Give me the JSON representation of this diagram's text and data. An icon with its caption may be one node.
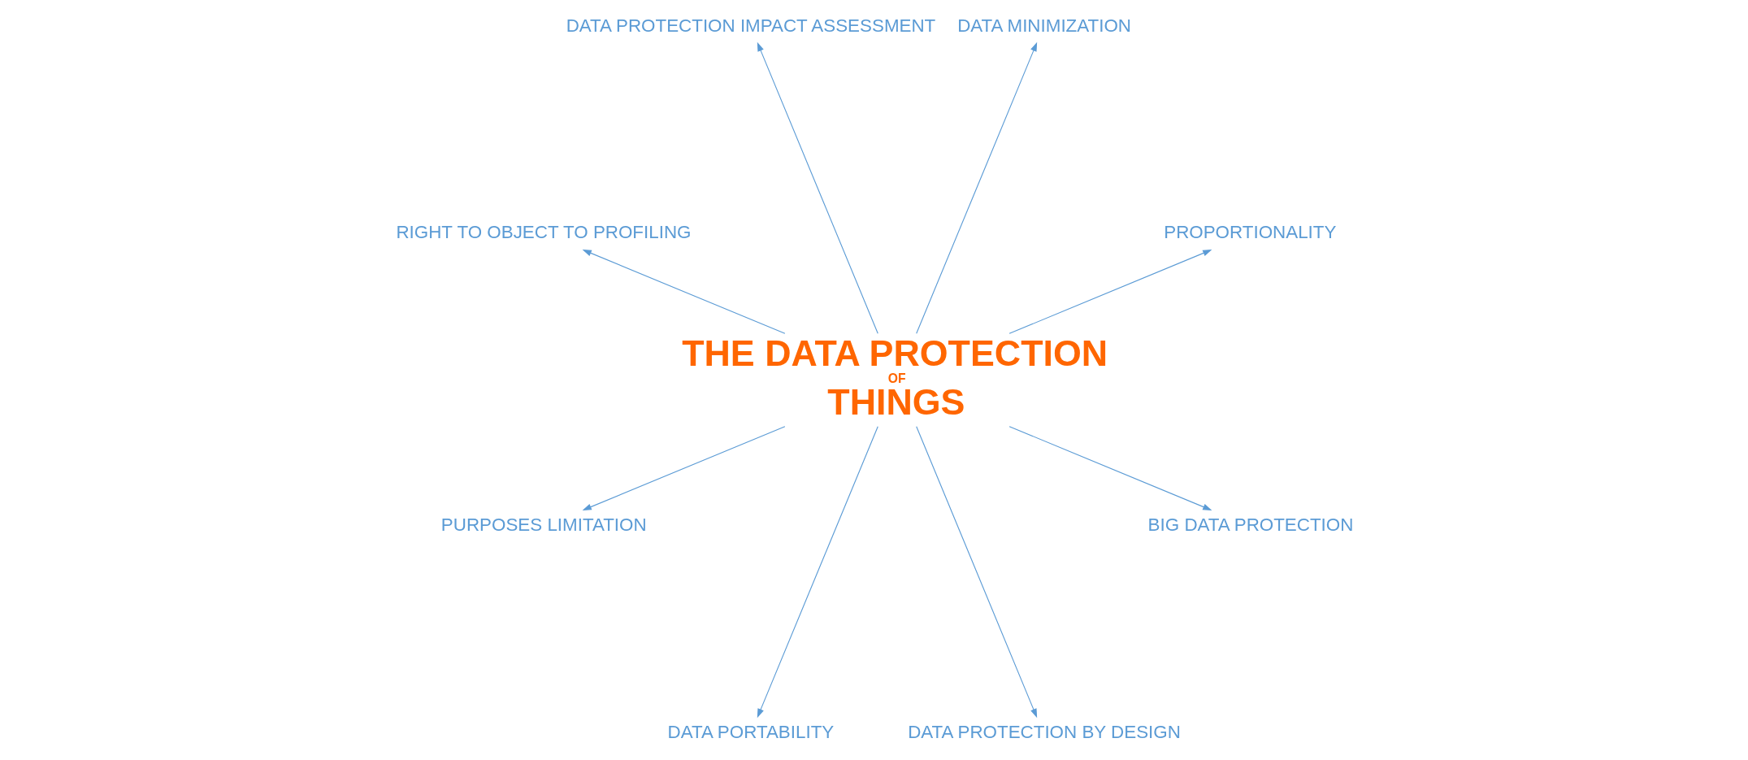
{
  "diagram": {
    "nodes": [
      {
        "text": [
          "THE DATA PROTECTION",
          "OF",
          "THINGS"
        ]
      },
      {
        "text": [
          "PROPORTIONALITY"
        ]
      },
      {
        "text": [
          "DATA MINIMIZATION"
        ]
      },
      {
        "text": [
          "DATA PROTECTION IMPACT ASSESSMENT"
        ]
      },
      {
        "text": [
          "RIGHT TO OBJECT TO PROFILING"
        ]
      },
      {
        "text": [
          "PURPOSES LIMITATION"
        ]
      },
      {
        "text": [
          "DATA PORTABILITY"
        ]
      },
      {
        "text": [
          "DATA PROTECTION BY DESIGN"
        ]
      },
      {
        "text": [
          "BIG DATA PROTECTION"
        ]
      }
    ],
    "edges": [
      {
        "from": 0,
        "to": 1,
        "arrow": "to"
      },
      {
        "from": 0,
        "to": 2,
        "arrow": "to"
      },
      {
        "from": 0,
        "to": 3,
        "arrow": "to"
      },
      {
        "from": 0,
        "to": 4,
        "arrow": "to"
      },
      {
        "from": 0,
        "to": 5,
        "arrow": "to"
      },
      {
        "from": 0,
        "to": 6,
        "arrow": "to"
      },
      {
        "from": 0,
        "to": 7,
        "arrow": "to"
      },
      {
        "from": 0,
        "to": 8,
        "arrow": "to"
      }
    ]
  }
}
